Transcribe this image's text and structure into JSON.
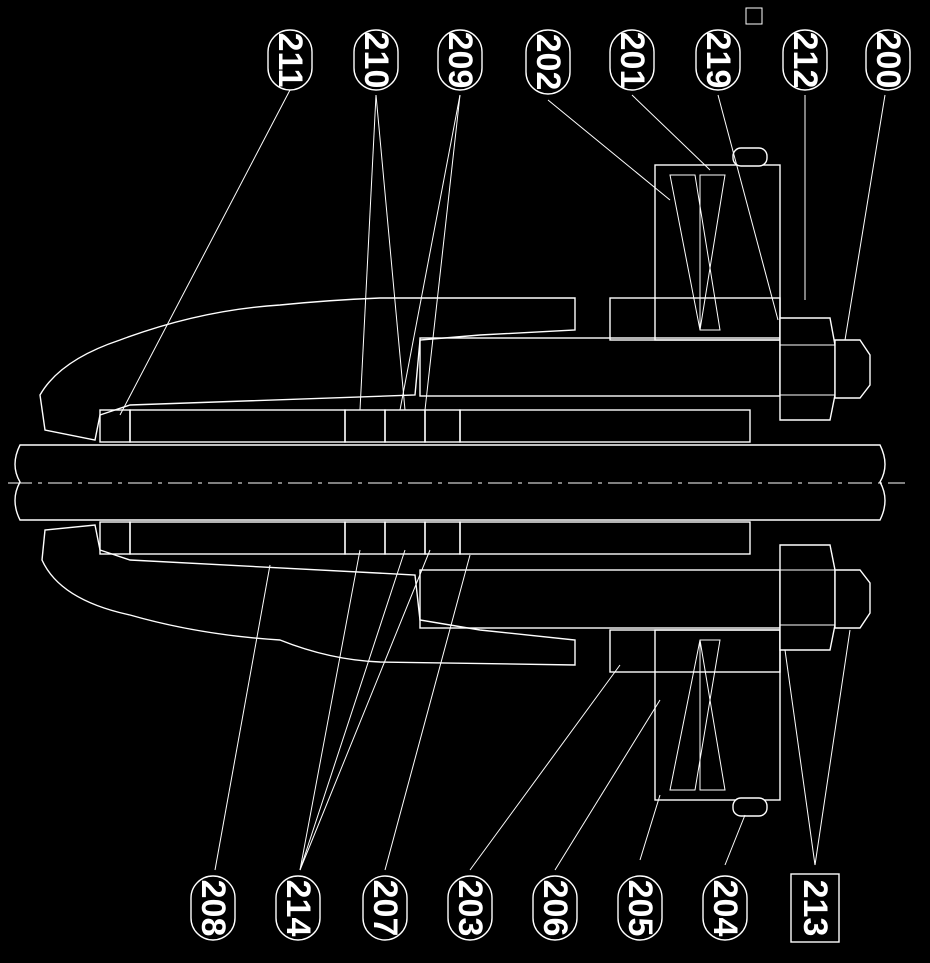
{
  "labels_top": [
    {
      "id": "211",
      "text": "211"
    },
    {
      "id": "210",
      "text": "210"
    },
    {
      "id": "209",
      "text": "209"
    },
    {
      "id": "202",
      "text": "202"
    },
    {
      "id": "201",
      "text": "201"
    },
    {
      "id": "219",
      "text": "219"
    },
    {
      "id": "212",
      "text": "212"
    },
    {
      "id": "200",
      "text": "200"
    }
  ],
  "labels_bottom": [
    {
      "id": "208",
      "text": "208"
    },
    {
      "id": "214",
      "text": "214"
    },
    {
      "id": "207",
      "text": "207"
    },
    {
      "id": "203",
      "text": "203"
    },
    {
      "id": "206",
      "text": "206"
    },
    {
      "id": "205",
      "text": "205"
    },
    {
      "id": "204",
      "text": "204"
    },
    {
      "id": "213",
      "text": "213"
    }
  ],
  "colors": {
    "background": "#000000",
    "lines": "#ffffff"
  }
}
